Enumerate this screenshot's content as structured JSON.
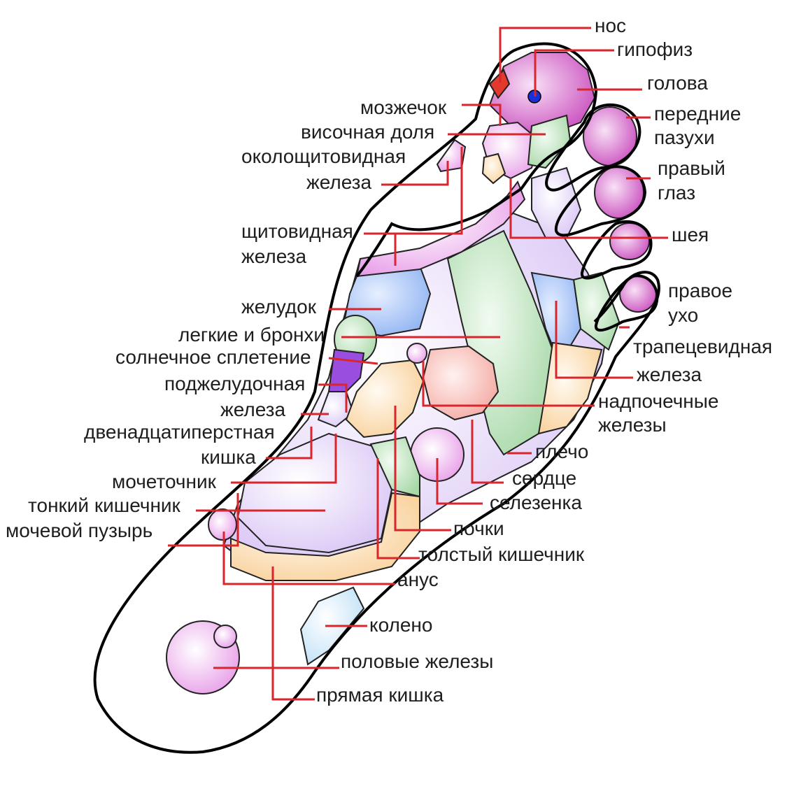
{
  "labels": {
    "nose": "нос",
    "pituitary": "гипофиз",
    "head": "голова",
    "cerebellum": "мозжечок",
    "temporal_lobe": "височная доля",
    "frontal_sinuses_1": "передние",
    "frontal_sinuses_2": "пазухи",
    "parathyroid_1": "околощитовидная",
    "parathyroid_2": "железа",
    "right_eye_1": "правый",
    "right_eye_2": "глаз",
    "thyroid_1": "щитовидная",
    "thyroid_2": "железа",
    "neck": "шея",
    "right_ear_1": "правое",
    "right_ear_2": "ухо",
    "stomach": "желудок",
    "lungs": "легкие и бронхи",
    "solar_plexus": "солнечное сплетение",
    "trapezius_1": "трапецевидная",
    "trapezius_2": "железа",
    "pancreas_1": "поджелудочная",
    "pancreas_2": "железа",
    "adrenals_1": "надпочечные",
    "adrenals_2": "железы",
    "duodenum_1": "двенадцатиперстная",
    "duodenum_2": "кишка",
    "shoulder": "плечо",
    "ureter": "мочеточник",
    "heart": "сердце",
    "small_intestine": "тонкий кишечник",
    "spleen": "селезенка",
    "bladder": "мочевой пузырь",
    "kidneys": "почки",
    "large_intestine": "толстый кишечник",
    "anus": "анус",
    "knee": "колено",
    "gonads": "половые железы",
    "rectum": "прямая кишка"
  },
  "colors": {
    "lead_line": "#d9262c",
    "pink": "#e79be8",
    "magenta": "#c94bbd",
    "lavender": "#d9c5f5",
    "blue": "#8fb2f2",
    "green": "#a8d8a8",
    "orange": "#f9d19b",
    "salmon": "#f4a7a0",
    "light_blue": "#bfe0f7",
    "purple": "#9a4ee0",
    "red": "#e43a2e",
    "dark_blue": "#1a2fd6"
  }
}
